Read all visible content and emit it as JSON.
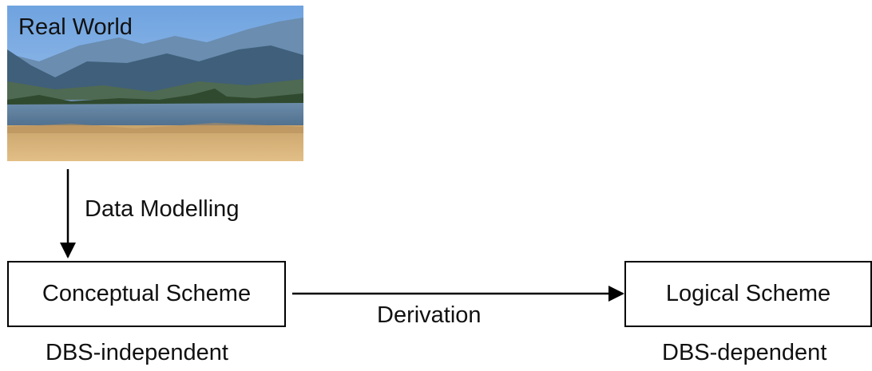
{
  "real_world": {
    "caption": "Real World"
  },
  "flows": {
    "modelling_label": "Data Modelling",
    "derivation_label": "Derivation"
  },
  "conceptual": {
    "title": "Conceptual Scheme",
    "subtitle": "DBS-independent"
  },
  "logical": {
    "title": "Logical Scheme",
    "subtitle": "DBS-dependent"
  },
  "colors": {
    "sky": "#7fb0e3",
    "mountain": "#4f6f8a",
    "lake": "#5b7c99",
    "ground": "#d9b27a",
    "line": "#000000"
  }
}
